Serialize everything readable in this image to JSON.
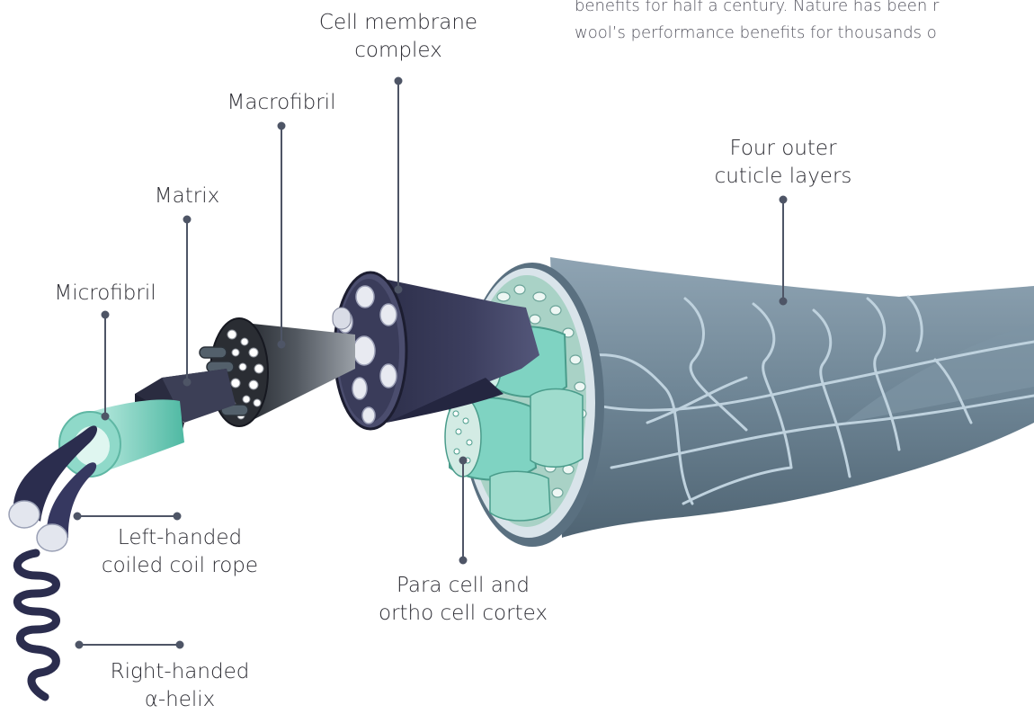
{
  "intro": {
    "line1": "benefits for half a century. Nature has been r",
    "line2": "wool’s performance benefits for thousands o"
  },
  "labels": {
    "cell_membrane": [
      "Cell membrane",
      "complex"
    ],
    "macrofibril": [
      "Macrofibril"
    ],
    "matrix": [
      "Matrix"
    ],
    "microfibril": [
      "Microfibril"
    ],
    "cuticle": [
      "Four outer",
      "cuticle layers"
    ],
    "coiled_rope": [
      "Left-handed",
      "coiled coil rope"
    ],
    "cortex": [
      "Para cell and",
      "ortho cell cortex"
    ],
    "helix": [
      "Right-handed",
      "α-helix"
    ]
  },
  "colors": {
    "leader": "#4e5566",
    "cuticle": "#6a8292",
    "cuticle_light": "#a7bccb",
    "membrane": "#2d2e4a",
    "teal": "#7fd3c2",
    "cortex": "#a9d2c6",
    "helix": "#2b2d4e"
  }
}
